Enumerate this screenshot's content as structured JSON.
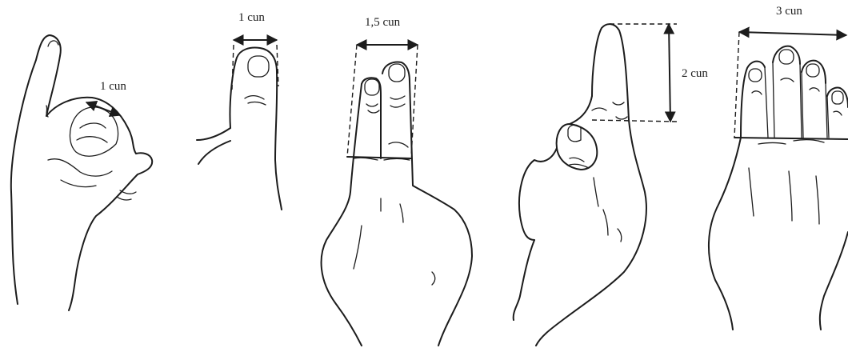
{
  "figures": [
    {
      "id": "hand-1",
      "measurement": "1 cun"
    },
    {
      "id": "hand-2",
      "measurement": "1 cun"
    },
    {
      "id": "hand-3",
      "measurement": "1,5 cun"
    },
    {
      "id": "hand-4",
      "measurement": "2 cun"
    },
    {
      "id": "hand-5",
      "measurement": "3 cun"
    }
  ],
  "colors": {
    "ink": "#1c1c1c",
    "background": "#ffffff"
  }
}
